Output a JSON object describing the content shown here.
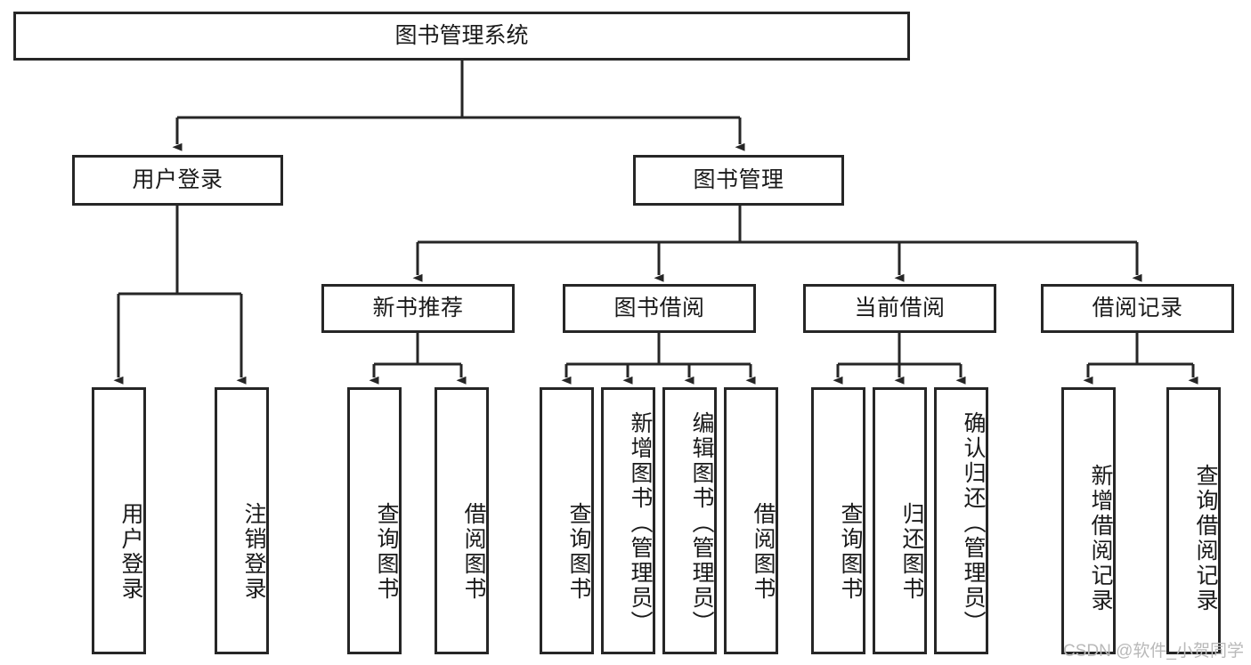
{
  "diagram": {
    "title": "图书管理系统",
    "type": "tree",
    "watermark": "CSDN @软件_小贺同学",
    "colors": {
      "box_border": "#262626",
      "box_fill": "#ffffff",
      "connector": "#262626",
      "background": "#ffffff",
      "watermark": "#b9b9b9"
    },
    "root": {
      "label": "图书管理系统"
    },
    "level2": [
      {
        "label": "用户登录"
      },
      {
        "label": "图书管理"
      }
    ],
    "level3": [
      {
        "label": "新书推荐"
      },
      {
        "label": "图书借阅"
      },
      {
        "label": "当前借阅"
      },
      {
        "label": "借阅记录"
      }
    ],
    "leaves": {
      "user_login": [
        {
          "label": "用户登录"
        },
        {
          "label": "注销登录"
        }
      ],
      "new_book_recommend": [
        {
          "label": "查询图书"
        },
        {
          "label": "借阅图书"
        }
      ],
      "book_borrow": [
        {
          "label": "查询图书"
        },
        {
          "label": "新增图书（管理员）"
        },
        {
          "label": "编辑图书（管理员）"
        },
        {
          "label": "借阅图书"
        }
      ],
      "current_borrow": [
        {
          "label": "查询图书"
        },
        {
          "label": "归还图书"
        },
        {
          "label": "确认归还（管理员）"
        }
      ],
      "borrow_record": [
        {
          "label": "新增借阅记录"
        },
        {
          "label": "查询借阅记录"
        }
      ]
    }
  }
}
